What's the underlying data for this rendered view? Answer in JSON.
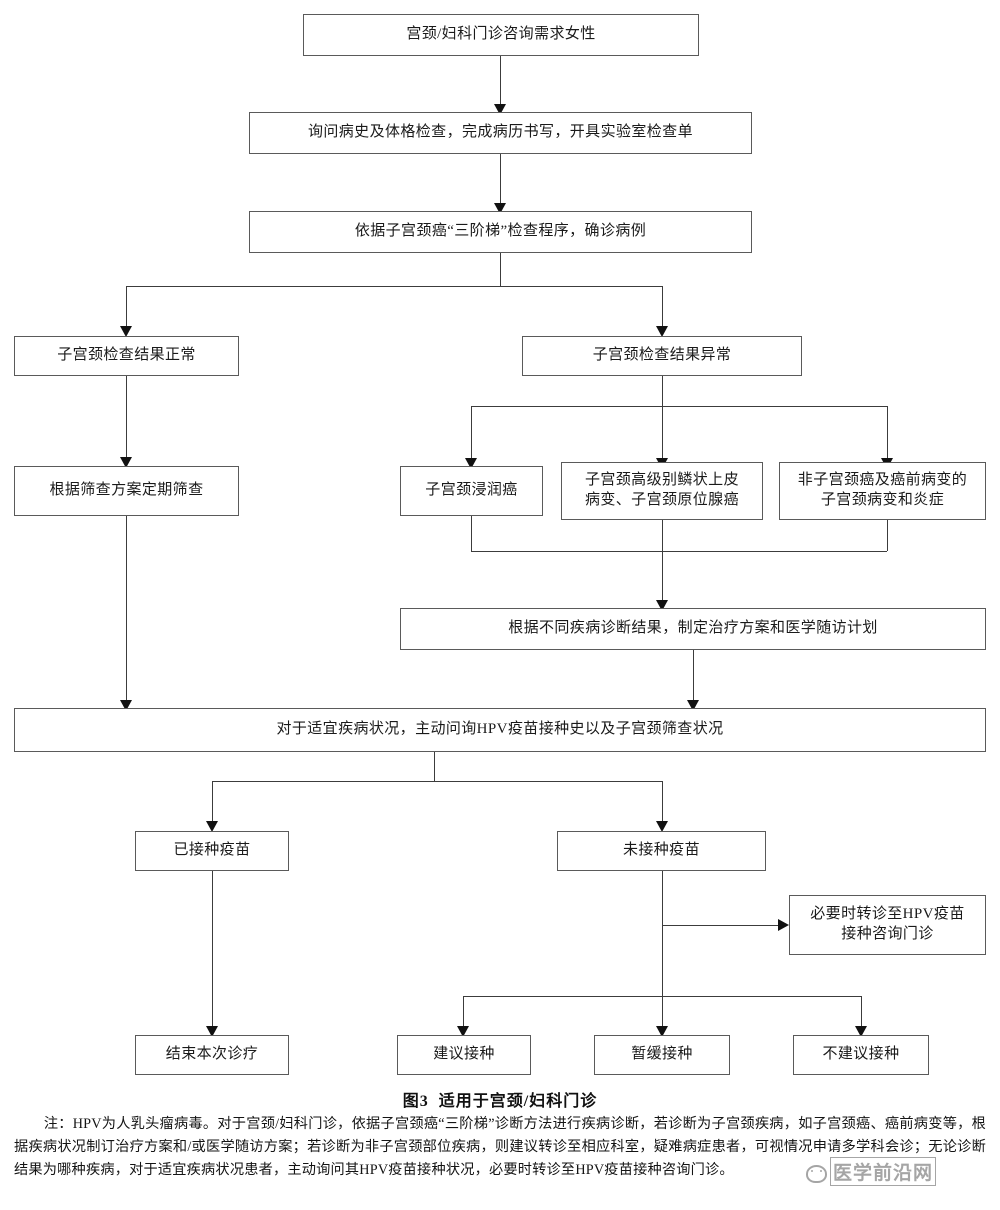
{
  "figure": {
    "caption_number": "图3",
    "caption_title": "适用于宫颈/妇科门诊",
    "watermark": "医学前沿网"
  },
  "nodes": {
    "entry": "宫颈/妇科门诊咨询需求女性",
    "history": "询问病史及体格检查，完成病历书写，开具实验室检查单",
    "three_step": "依据子宫颈癌“三阶梯”检查程序，确诊病例",
    "result_normal": "子宫颈检查结果正常",
    "result_abnormal": "子宫颈检查结果异常",
    "regular_screening": "根据筛查方案定期筛查",
    "invasive_cancer": "子宫颈浸润癌",
    "hsil_ais_line1": "子宫颈高级别鳞状上皮",
    "hsil_ais_line2": "病变、子宫颈原位腺癌",
    "non_cancer_line1": "非子宫颈癌及癌前病变的",
    "non_cancer_line2": "子宫颈病变和炎症",
    "treatment_plan": "根据不同疾病诊断结果，制定治疗方案和医学随访计划",
    "ask_hpv_history": "对于适宜疾病状况，主动问询HPV疫苗接种史以及子宫颈筛查状况",
    "vaccinated": "已接种疫苗",
    "not_vaccinated": "未接种疫苗",
    "referral_line1": "必要时转诊至HPV疫苗",
    "referral_line2": "接种咨询门诊",
    "end_visit": "结束本次诊疗",
    "recommend_vaccination": "建议接种",
    "defer_vaccination": "暂缓接种",
    "not_recommend_vaccination": "不建议接种"
  },
  "footnote": {
    "line": "注：HPV为人乳头瘤病毒。对于宫颈/妇科门诊，依据子宫颈癌“三阶梯”诊断方法进行疾病诊断，若诊断为子宫颈疾病，如子宫颈癌、癌前病变等，根据疾病状况制订治疗方案和/或医学随访方案；若诊断为非子宫颈部位疾病，则建议转诊至相应科室，疑难病症患者，可视情况申请多学科会诊；无论诊断结果为哪种疾病，对于适宜疾病状况患者，主动询问其HPV疫苗接种状况，必要时转诊至HPV疫苗接种咨询门诊。"
  },
  "colors": {
    "box_border": "#5a5a5a",
    "line": "#3c3c3c",
    "text": "#1a1a1a",
    "background": "#ffffff"
  }
}
